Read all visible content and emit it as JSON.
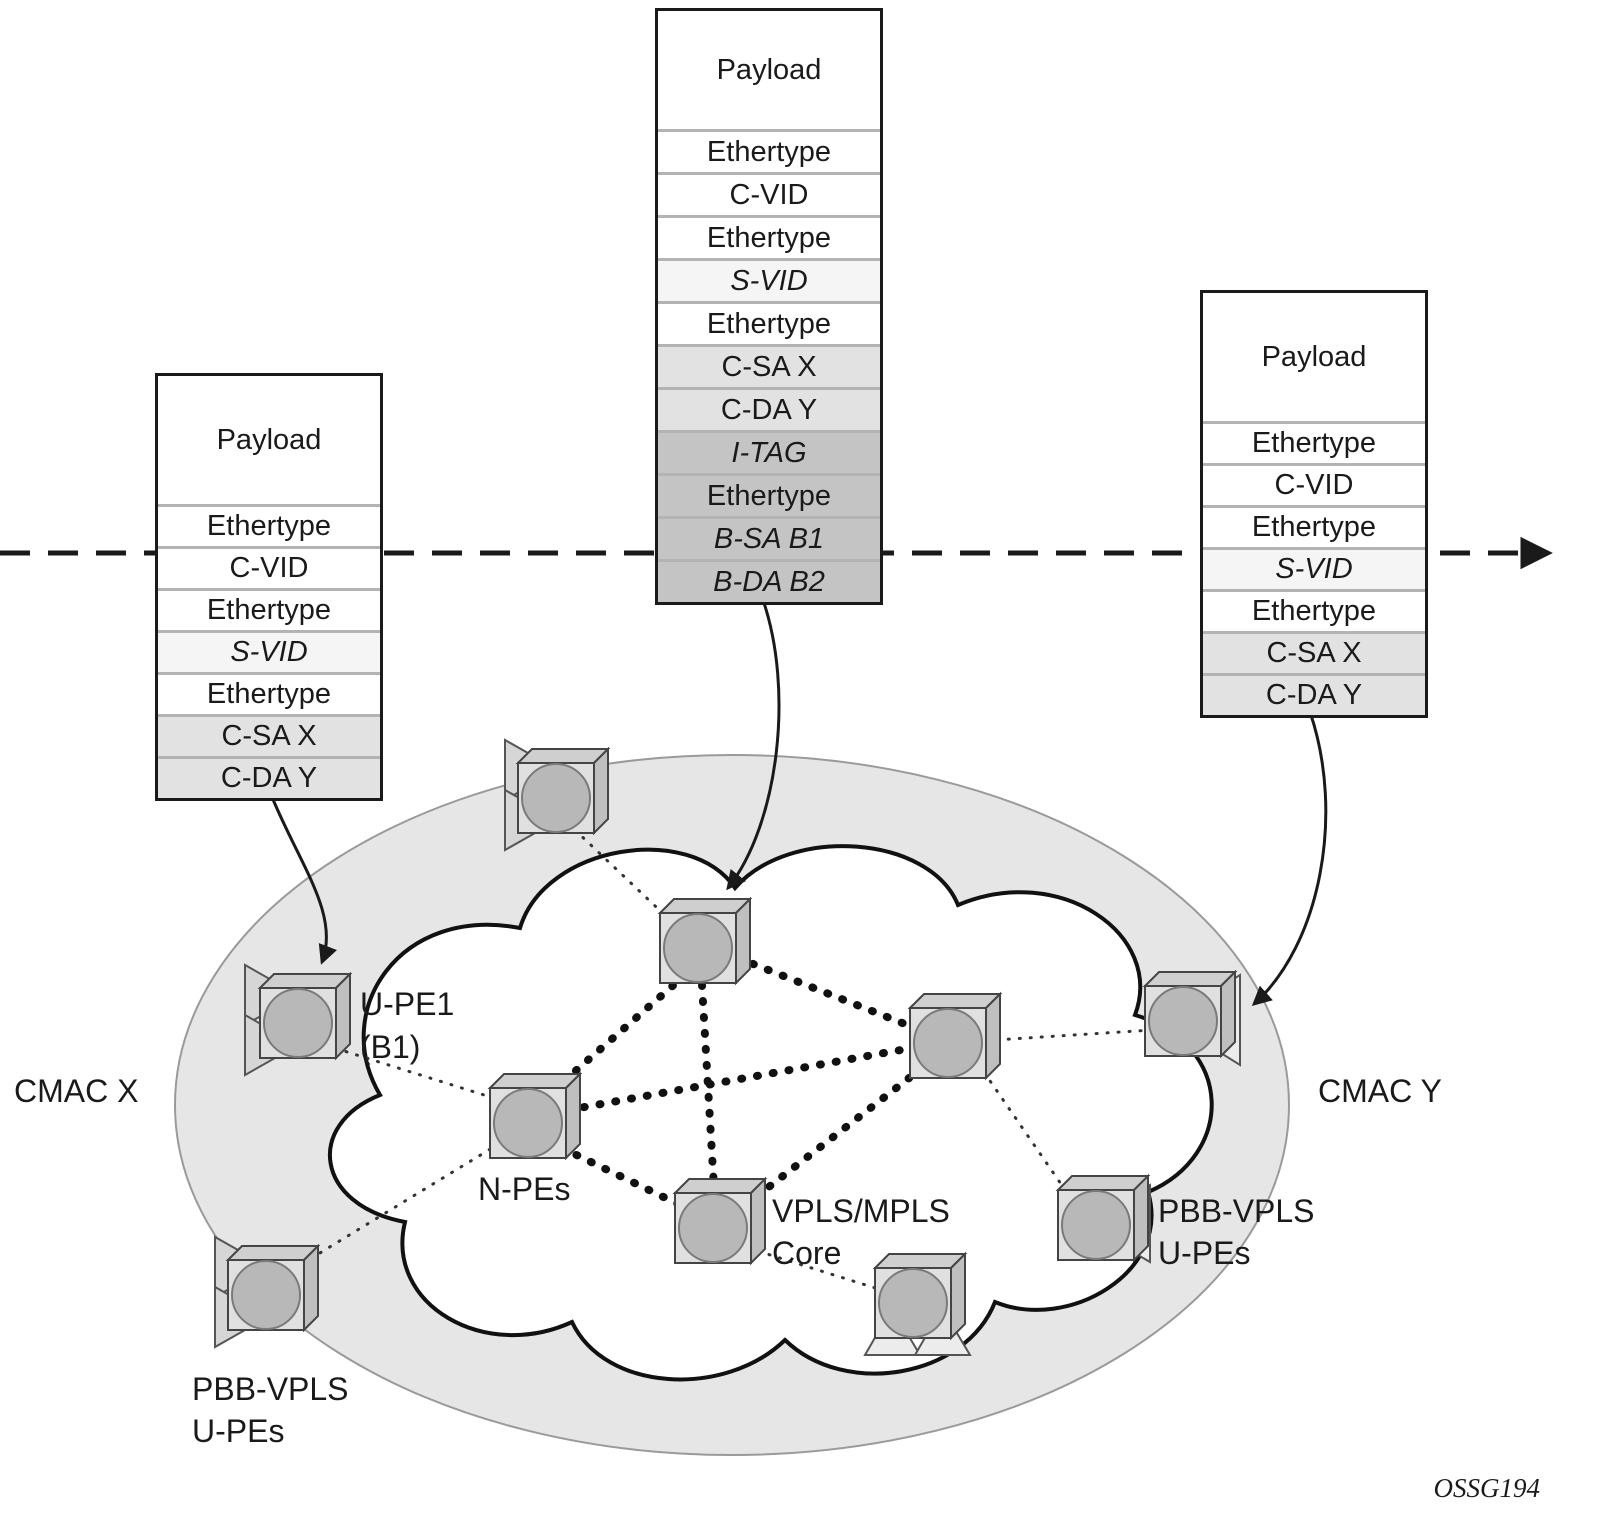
{
  "stacks": {
    "left": {
      "rows": [
        "Payload",
        "Ethertype",
        "C-VID",
        "Ethertype",
        "S-VID",
        "Ethertype",
        "C-SA X",
        "C-DA Y"
      ]
    },
    "center": {
      "rows": [
        "Payload",
        "Ethertype",
        "C-VID",
        "Ethertype",
        "S-VID",
        "Ethertype",
        "C-SA X",
        "C-DA Y",
        "I-TAG",
        "Ethertype",
        "B-SA B1",
        "B-DA B2"
      ]
    },
    "right": {
      "rows": [
        "Payload",
        "Ethertype",
        "C-VID",
        "Ethertype",
        "S-VID",
        "Ethertype",
        "C-SA X",
        "C-DA Y"
      ]
    }
  },
  "labels": {
    "u_pe1": "U-PE1",
    "u_pe1_b1": "(B1)",
    "cmac_x": "CMAC X",
    "cmac_y": "CMAC Y",
    "n_pes": "N-PEs",
    "core_1": "VPLS/MPLS",
    "core_2": "Core",
    "pbb_right_1": "PBB-VPLS",
    "pbb_right_2": "U-PEs",
    "pbb_left_1": "PBB-VPLS",
    "pbb_left_2": "U-PEs",
    "watermark": "OSSG194"
  },
  "colors": {
    "row_svid_bg": "#f5f5f5",
    "row_shaded_bg": "#e2e2e2",
    "row_dark_bg": "#c4c4c4",
    "cloud_outer_bg": "#e6e6e6",
    "cloud_inner_bg": "#ffffff",
    "line": "#1a1a1a",
    "device_body": "#e0e0e0",
    "device_disc": "#b8b8b8"
  }
}
